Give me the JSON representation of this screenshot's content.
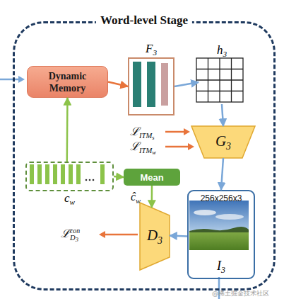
{
  "diagram": {
    "nodes": [
      {
        "text": [
          "Word-level Stage"
        ]
      },
      {
        "text": [
          "Dynamic Memory"
        ],
        "in": 0
      },
      {
        "text": [
          "F3"
        ],
        "in": 0
      },
      {
        "text": [
          "h3"
        ],
        "in": 0
      },
      {
        "text": [
          "G3"
        ],
        "in": 0
      },
      {
        "text": [
          "cw"
        ],
        "in": 0
      },
      {
        "text": [
          "Mean"
        ],
        "in": 0
      },
      {
        "text": [
          "D3"
        ],
        "in": 0
      },
      {
        "text": [
          "256x256x3",
          "I3"
        ],
        "in": 0
      }
    ],
    "edges": [
      {
        "from": 1,
        "to": 2,
        "arrow": "to"
      },
      {
        "from": 2,
        "to": 3,
        "arrow": "to"
      },
      {
        "from": 3,
        "to": 4,
        "arrow": "to"
      },
      {
        "from": 4,
        "to": 8,
        "arrow": "to"
      },
      {
        "from": 5,
        "to": 1,
        "arrow": "to"
      },
      {
        "from": 5,
        "to": 6,
        "arrow": "to"
      },
      {
        "from": 6,
        "to": 7,
        "label": "ĉw",
        "arrow": "to"
      },
      {
        "from": 8,
        "to": 7,
        "arrow": "to"
      }
    ],
    "labels": [
      "ℒITMs",
      "ℒITMw",
      "ℒD3con",
      "@稀土掘金技术社区"
    ]
  }
}
